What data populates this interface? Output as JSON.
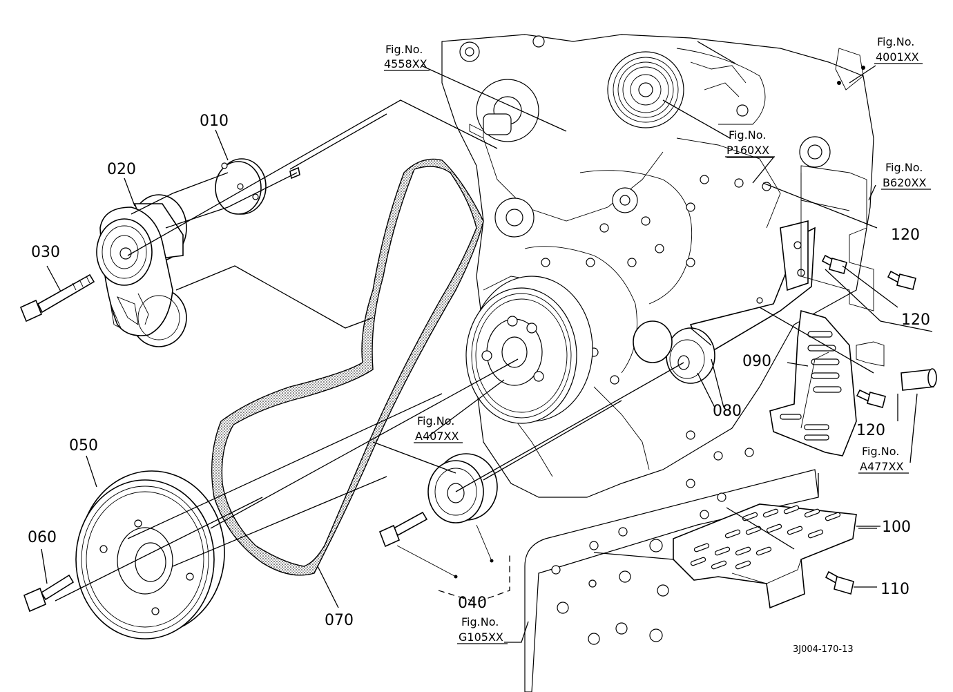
{
  "part_labels": {
    "p010": "010",
    "p020": "020",
    "p030": "030",
    "p040": "040",
    "p050": "050",
    "p060": "060",
    "p070": "070",
    "p080": "080",
    "p090": "090",
    "p100": "100",
    "p110": "110",
    "p120a": "120",
    "p120b": "120",
    "p120c": "120"
  },
  "figure_refs": {
    "f4558": {
      "line1": "Fig.No.",
      "line2": "4558XX"
    },
    "f4001": {
      "line1": "Fig.No.",
      "line2": "4001XX"
    },
    "fP160": {
      "line1": "Fig.No.",
      "line2": "P160XX"
    },
    "fB620": {
      "line1": "Fig.No.",
      "line2": "B620XX"
    },
    "fA407": {
      "line1": "Fig.No.",
      "line2": "A407XX"
    },
    "fA477": {
      "line1": "Fig.No.",
      "line2": "A477XX"
    },
    "fG105": {
      "line1": "Fig.No.",
      "line2": "G105XX"
    }
  },
  "drawing_code": "3J004-170-13"
}
